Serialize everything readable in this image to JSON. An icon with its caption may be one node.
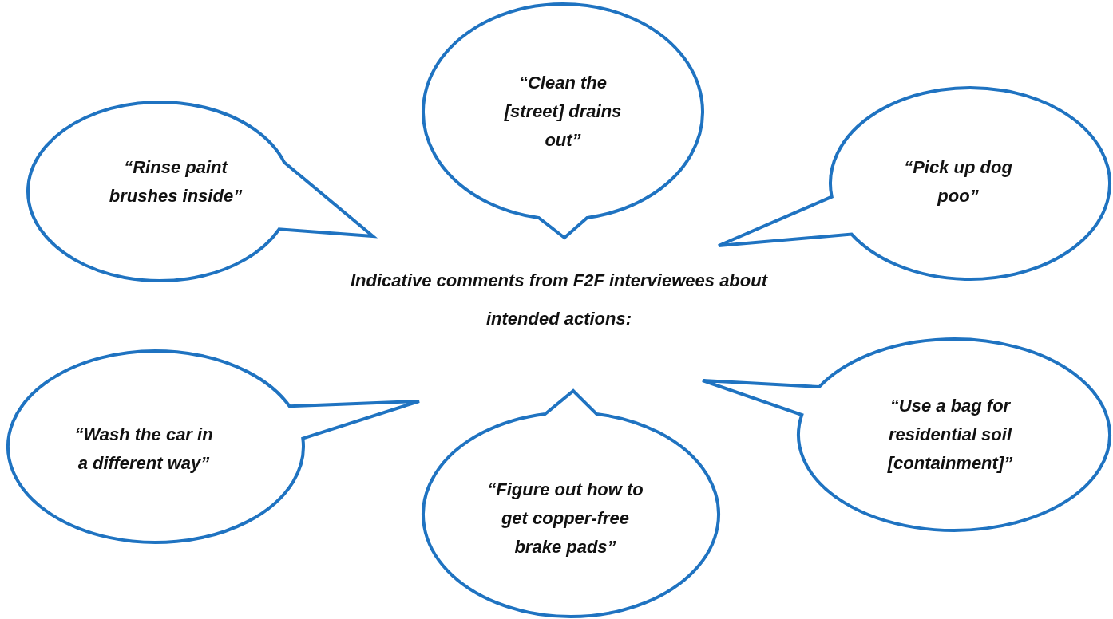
{
  "diagram": {
    "title": "Indicative comments from F2F interviewees about intended actions:",
    "nodes": [
      {
        "text": [
          "“Clean the [street] drains out”"
        ]
      },
      {
        "text": [
          "“Rinse paint brushes inside”"
        ]
      },
      {
        "text": [
          "“Pick up dog poo”"
        ]
      },
      {
        "text": [
          "“Wash the car in a different way”"
        ]
      },
      {
        "text": [
          "“Use a bag for residential soil [containment]”"
        ]
      },
      {
        "text": [
          "“Figure out how to get copper-free brake pads”"
        ]
      }
    ]
  }
}
